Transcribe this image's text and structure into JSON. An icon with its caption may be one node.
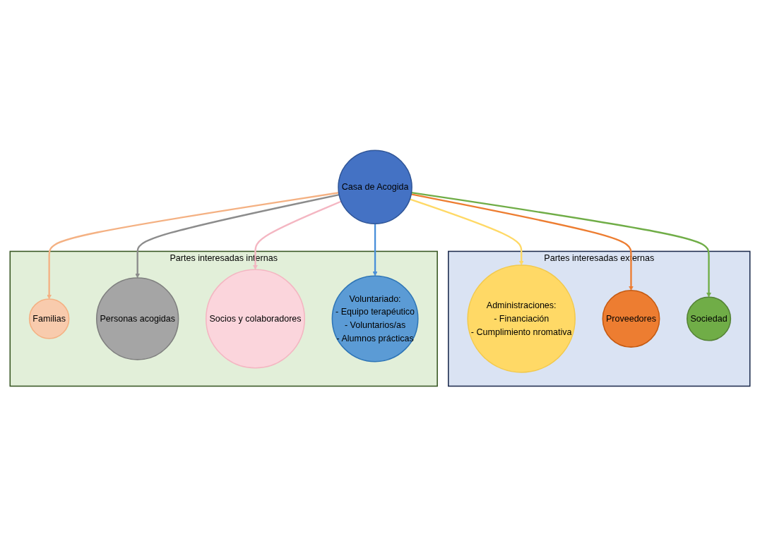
{
  "diagram": {
    "nodes": [
      {
        "text": [
          "Partes interesadas externas"
        ]
      },
      {
        "text": [
          "Administraciones:",
          "- Financiación",
          "- Cumplimiento nromativa"
        ],
        "in": 0
      },
      {
        "text": [
          "Proveedores"
        ],
        "in": 0
      },
      {
        "text": [
          "Sociedad"
        ],
        "in": 0
      },
      {
        "text": [
          "Casa de Acogida"
        ]
      },
      {
        "text": [
          "Partes interesadas internas"
        ]
      },
      {
        "text": [
          "Familias"
        ],
        "in": 5
      },
      {
        "text": [
          "Personas acogidas"
        ],
        "in": 5
      },
      {
        "text": [
          "Socios y colaboradores"
        ],
        "in": 5
      },
      {
        "text": [
          "Voluntariado:",
          "- Equipo terapéutico",
          "- Voluntarios/as",
          "- Alumnos prácticas"
        ],
        "in": 5
      }
    ],
    "edges": [
      {
        "from": 4,
        "to": 1,
        "arrow": "to",
        "color": "#ffd966"
      },
      {
        "from": 4,
        "to": 2,
        "arrow": "to",
        "color": "#ed7d31"
      },
      {
        "from": 4,
        "to": 3,
        "arrow": "to",
        "color": "#70ad47"
      },
      {
        "from": 4,
        "to": 6,
        "arrow": "to",
        "color": "#f4b183"
      },
      {
        "from": 4,
        "to": 7,
        "arrow": "to",
        "color": "#8c8c8c"
      },
      {
        "from": 4,
        "to": 8,
        "arrow": "to",
        "color": "#f4b6c2"
      },
      {
        "from": 4,
        "to": 9,
        "arrow": "to",
        "color": "#4a90d9"
      }
    ]
  }
}
